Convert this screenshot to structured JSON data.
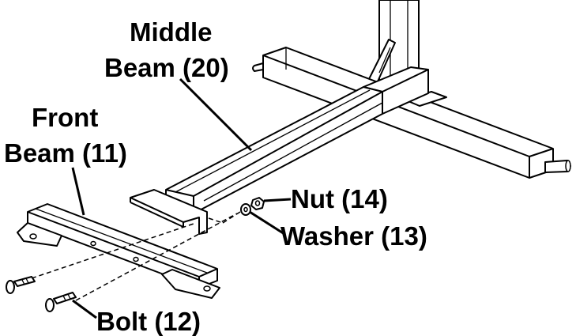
{
  "labels": {
    "middle_beam_line1": "Middle",
    "middle_beam_line2": "Beam (20)",
    "front_beam_line1": "Front",
    "front_beam_line2": "Beam (11)",
    "nut": "Nut (14)",
    "washer": "Washer (13)",
    "bolt": "Bolt (12)"
  }
}
